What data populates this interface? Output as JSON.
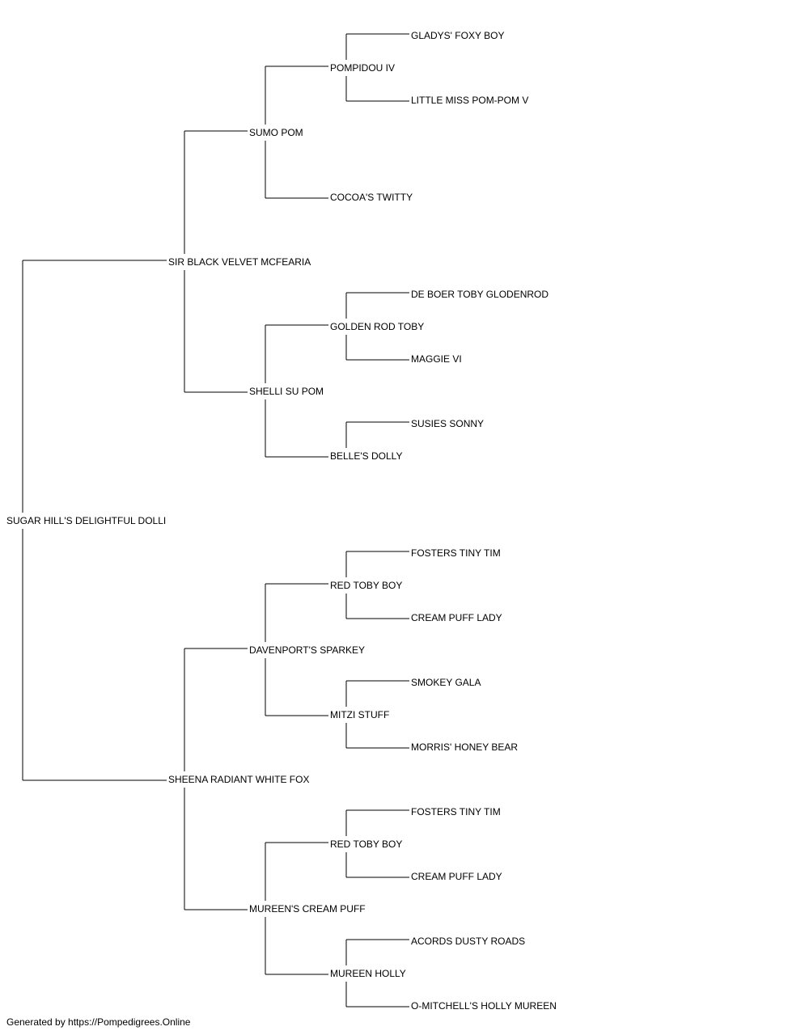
{
  "pedigree": {
    "subject": "SUGAR HILL'S DELIGHTFUL DOLLI",
    "sire": {
      "name": "SIR BLACK VELVET MCFEARIA",
      "sire": {
        "name": "SUMO POM",
        "sire": {
          "name": "POMPIDOU IV",
          "sire": "GLADYS' FOXY BOY",
          "dam": "LITTLE MISS POM-POM V"
        },
        "dam": {
          "name": "COCOA'S TWITTY"
        }
      },
      "dam": {
        "name": "SHELLI SU POM",
        "sire": {
          "name": "GOLDEN ROD TOBY",
          "sire": "DE BOER TOBY GLODENROD",
          "dam": "MAGGIE VI"
        },
        "dam": {
          "name": "BELLE'S DOLLY",
          "sire": "SUSIES SONNY"
        }
      }
    },
    "dam": {
      "name": "SHEENA RADIANT WHITE FOX",
      "sire": {
        "name": "DAVENPORT'S SPARKEY",
        "sire": {
          "name": "RED TOBY BOY",
          "sire": "FOSTERS TINY TIM",
          "dam": "CREAM PUFF LADY"
        },
        "dam": {
          "name": "MITZI STUFF",
          "sire": "SMOKEY GALA",
          "dam": "MORRIS' HONEY BEAR"
        }
      },
      "dam": {
        "name": "MUREEN'S CREAM PUFF",
        "sire": {
          "name": "RED TOBY BOY",
          "sire": "FOSTERS TINY TIM",
          "dam": "CREAM PUFF LADY"
        },
        "dam": {
          "name": "MUREEN HOLLY",
          "sire": "ACORDS DUSTY ROADS",
          "dam": "O-MITCHELL'S HOLLY MUREEN"
        }
      }
    }
  },
  "footer": "Generated by https://Pompedigrees.Online"
}
